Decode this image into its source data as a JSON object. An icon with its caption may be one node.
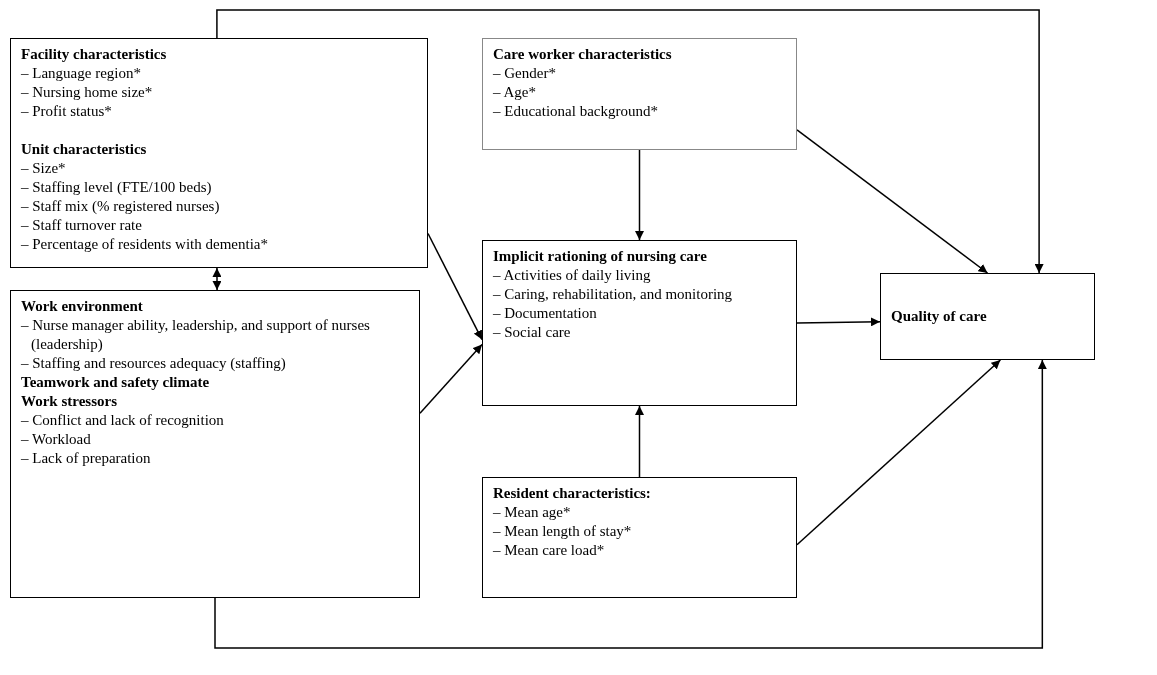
{
  "diagram": {
    "nodes": [
      {
        "text": [
          "Facility characteristics",
          "– Language region*",
          "– Nursing home size*",
          "– Profit status*",
          "Unit characteristics",
          "– Size*",
          "– Staffing level (FTE/100 beds)",
          "– Staff mix (% registered nurses)",
          "– Staff turnover rate",
          "– Percentage of residents with dementia*"
        ]
      },
      {
        "text": [
          "Work environment",
          "– Nurse manager ability, leadership, and support of nurses (leadership)",
          "– Staffing and resources adequacy (staffing)",
          "Teamwork and safety climate",
          "Work stressors",
          "– Conflict and lack of recognition",
          "– Workload",
          "– Lack of preparation"
        ]
      },
      {
        "text": [
          "Care worker characteristics",
          "– Gender*",
          "– Age*",
          "– Educational background*"
        ]
      },
      {
        "text": [
          "Implicit rationing of nursing care",
          "– Activities of daily living",
          "– Caring, rehabilitation, and monitoring",
          "– Documentation",
          "– Social care"
        ]
      },
      {
        "text": [
          "Resident characteristics:",
          "– Mean age*",
          "– Mean length of stay*",
          "– Mean care load*"
        ]
      },
      {
        "text": [
          "Quality of care"
        ]
      }
    ],
    "edges": [
      {
        "from": 0,
        "to": 5,
        "arrow": "to"
      },
      {
        "from": 0,
        "to": 3,
        "arrow": "to"
      },
      {
        "from": 0,
        "to": 1,
        "arrow": "both"
      },
      {
        "from": 1,
        "to": 3,
        "arrow": "to"
      },
      {
        "from": 1,
        "to": 5,
        "arrow": "to"
      },
      {
        "from": 2,
        "to": 3,
        "arrow": "to"
      },
      {
        "from": 2,
        "to": 5,
        "arrow": "to"
      },
      {
        "from": 3,
        "to": 5,
        "arrow": "to"
      },
      {
        "from": 4,
        "to": 3,
        "arrow": "to"
      },
      {
        "from": 4,
        "to": 5,
        "arrow": "to"
      }
    ]
  }
}
